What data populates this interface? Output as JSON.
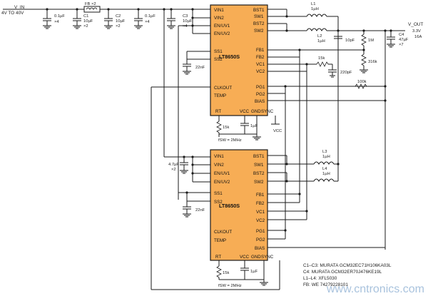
{
  "input": {
    "label": "V_IN",
    "range": "4V TO 40V"
  },
  "output": {
    "label": "V_OUT",
    "voltage": "3.3V",
    "current": "16A"
  },
  "ferrite": {
    "label": "FB ×2"
  },
  "caps_input": [
    {
      "name": "",
      "value": "0.1µF",
      "count": "×4"
    },
    {
      "name": "C1",
      "value": "10µF",
      "count": "×2"
    },
    {
      "name": "C2",
      "value": "10µF",
      "count": "×2"
    },
    {
      "name": "",
      "value": "0.1µF",
      "count": "×4"
    },
    {
      "name": "C3",
      "value": "10µF",
      "count": "×4"
    }
  ],
  "chip1": {
    "part": "LT8650S",
    "left_pins": [
      "VIN1",
      "VIN2",
      "EN/UV1",
      "EN/UV2",
      "SS1",
      "SS2",
      "CLKOUT",
      "TEMP"
    ],
    "right_pins": [
      "BST1",
      "SW1",
      "BST2",
      "SW2",
      "FB1",
      "FB2",
      "VC1",
      "VC2",
      "PG1",
      "PG2",
      "BIAS"
    ],
    "bottom_pins": [
      "RT",
      "VCC",
      "GND",
      "SYNC"
    ],
    "rt_res": "15k",
    "vcc_cap": "1µF",
    "fsw": "fSW = 2MHz",
    "ss_cap": "22nF",
    "vcc_label": "VCC"
  },
  "chip2": {
    "part": "LT8650S",
    "left_pins": [
      "VIN1",
      "VIN2",
      "EN/UV1",
      "EN/UV2",
      "SS1",
      "SS2",
      "CLKOUT",
      "TEMP"
    ],
    "right_pins": [
      "BST1",
      "SW1",
      "BST2",
      "SW2",
      "FB1",
      "FB2",
      "VC1",
      "VC2",
      "PG1",
      "PG2",
      "BIAS"
    ],
    "bottom_pins": [
      "RT",
      "VCC",
      "GND",
      "SYNC"
    ],
    "rt_res": "15k",
    "vcc_cap": "1µF",
    "fsw": "fSW = 2MHz",
    "ss_cap": "22nF",
    "vin_cap": "4.7µF",
    "vin_cap_count": "×2"
  },
  "inductors": [
    {
      "name": "L1",
      "value": "1µH"
    },
    {
      "name": "L2",
      "value": "1µH"
    },
    {
      "name": "L3",
      "value": "1µH"
    },
    {
      "name": "L4",
      "value": "1µH"
    }
  ],
  "feedback": {
    "top_res": "1M",
    "bottom_res": "316k",
    "ff_cap": "10pF",
    "comp_res": "15k",
    "comp_cap": "220pF",
    "pullup_res": "100k"
  },
  "output_cap": {
    "name": "C4",
    "value": "47µF",
    "count": "×7"
  },
  "notes": [
    "C1–C3: MURATA GCM32EC71H106KA03L",
    "C4: MURATA GCM32ER70J476KE19L",
    "L1–L4: XFL5030",
    "FB: WE 74279228101"
  ],
  "watermark": "www.cntronics.com"
}
